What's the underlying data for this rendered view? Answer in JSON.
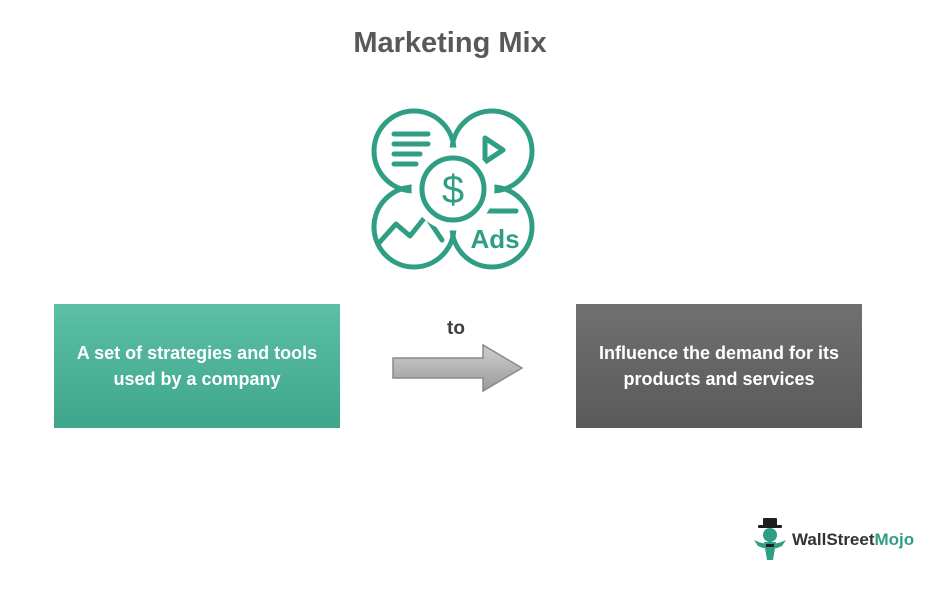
{
  "title": "Marketing Mix",
  "icon": {
    "name": "marketing-mix-icon",
    "ads_text": "Ads",
    "color": "#2f9e85"
  },
  "left_box": {
    "text": "A set of strategies and tools used by a company",
    "color": "#4db59a"
  },
  "connector": {
    "text": "to"
  },
  "right_box": {
    "text": "Influence the demand for its products and services",
    "color": "#666666"
  },
  "brand": {
    "name_part1": "WallStreet",
    "name_part2": "Mojo",
    "accent": "#2f9e85"
  }
}
